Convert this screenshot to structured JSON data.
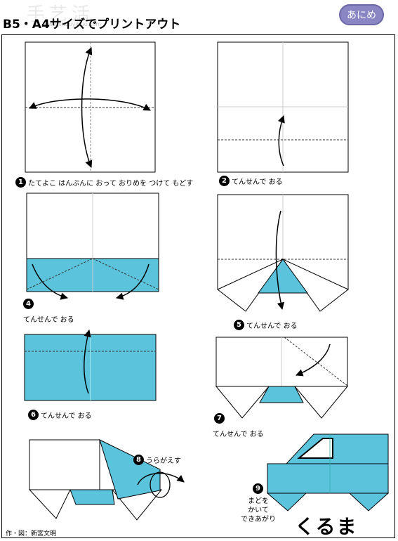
{
  "header": {
    "title": "B5・A4サイズでプリントアウト",
    "logo_text": "手艺活",
    "logo_url": "www.shouyihuo.com",
    "badge": "あにめ"
  },
  "steps": [
    {
      "num": "1",
      "label": "たてよこ はんぶんに おって おりめを つけて もどす"
    },
    {
      "num": "2",
      "label": "てんせんで おる"
    },
    {
      "num": "4",
      "label": "てんせんで おる"
    },
    {
      "num": "5",
      "label": "てんせんで おる"
    },
    {
      "num": "6",
      "label": "てんせんで おる"
    },
    {
      "num": "7",
      "label": "てんせんで おる"
    },
    {
      "num": "8",
      "label": "うらがえす"
    },
    {
      "num": "9",
      "label_lines": [
        "まどを",
        "かいて",
        "できあがり"
      ]
    }
  ],
  "footer": {
    "credit": "作・図：新宮文明",
    "final_title": "くるま"
  },
  "colors": {
    "paper_blue": "#5bc4dc",
    "badge": "#8a86c4"
  }
}
